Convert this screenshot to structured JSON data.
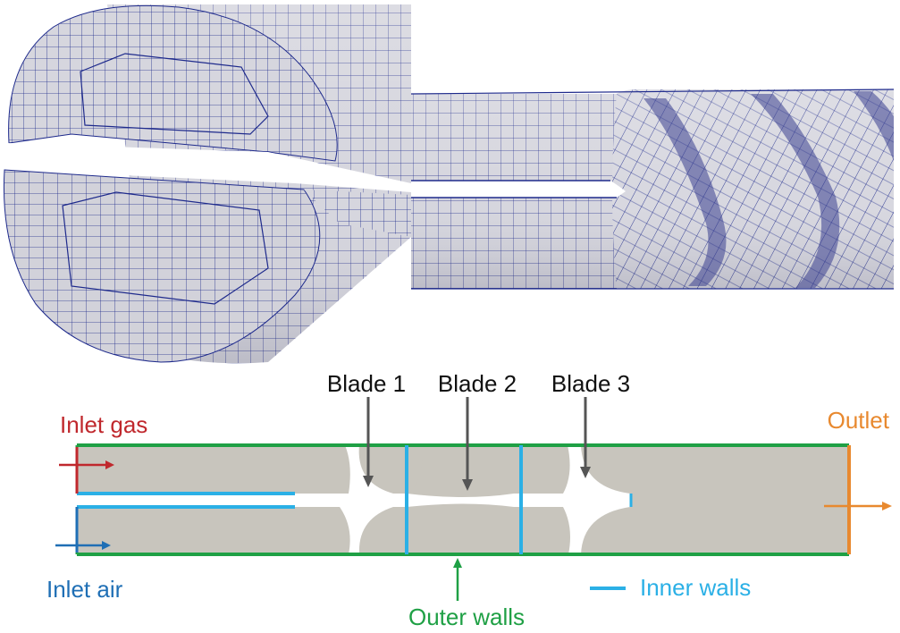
{
  "labels": {
    "blade1": "Blade 1",
    "blade2": "Blade 2",
    "blade3": "Blade 3",
    "inlet_gas": "Inlet gas",
    "inlet_air": "Inlet air",
    "outlet": "Outlet",
    "outer_walls": "Outer walls",
    "inner_walls": "Inner walls"
  },
  "colors": {
    "mesh_face": "#d4d4dc",
    "mesh_line": "#1e2a8c",
    "domain_fill": "#c8c5bd",
    "inlet_gas": "#c0282d",
    "inlet_air": "#1f6fb5",
    "outlet": "#e8892f",
    "outer_walls": "#1fa045",
    "inner_walls": "#2bb0e6",
    "blade_arrow": "#555555"
  }
}
